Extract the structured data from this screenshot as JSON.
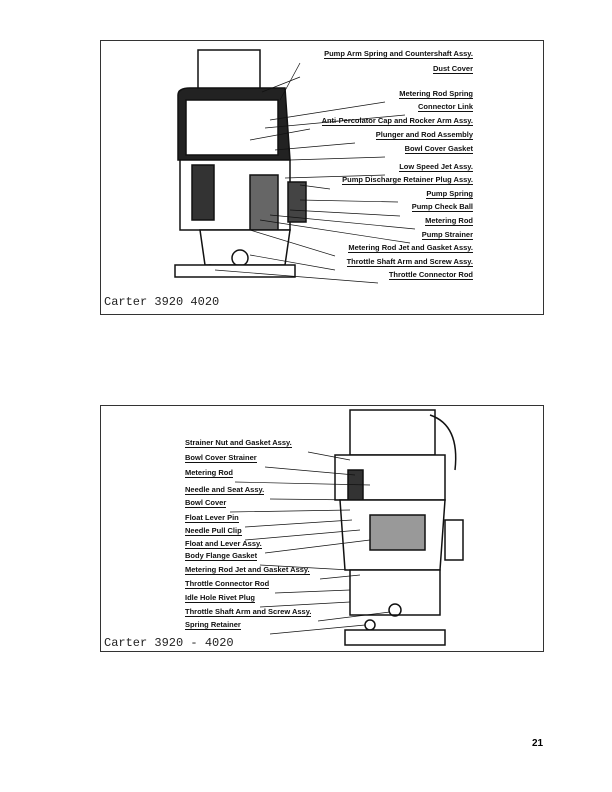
{
  "figure1": {
    "caption": "Carter 3920   4020",
    "labels": [
      "Pump Arm Spring and Countershaft Assy.",
      "Dust Cover",
      "Metering Rod Spring",
      "Connector Link",
      "Anti-Percolator Cap and Rocker Arm Assy.",
      "Plunger and Rod Assembly",
      "Bowl Cover Gasket",
      "Low Speed Jet Assy.",
      "Pump Discharge Retainer Plug Assy.",
      "Pump Spring",
      "Pump Check Ball",
      "Metering Rod",
      "Pump Strainer",
      "Metering Rod Jet and Gasket Assy.",
      "Throttle Shaft Arm and Screw Assy.",
      "Throttle Connector Rod"
    ]
  },
  "figure2": {
    "caption": "Carter 3920 - 4020",
    "labels": [
      "Strainer Nut and Gasket Assy.",
      "Bowl Cover Strainer",
      "Metering Rod",
      "Needle and Seat Assy.",
      "Bowl Cover",
      "Float Lever Pin",
      "Needle Pull Clip",
      "Float and Lever Assy.",
      "Body Flange Gasket",
      "Metering Rod Jet and Gasket Assy.",
      "Throttle Connector Rod",
      "Idle Hole Rivet Plug",
      "Throttle Shaft Arm and Screw Assy.",
      "Spring Retainer"
    ]
  },
  "page_number": "21"
}
